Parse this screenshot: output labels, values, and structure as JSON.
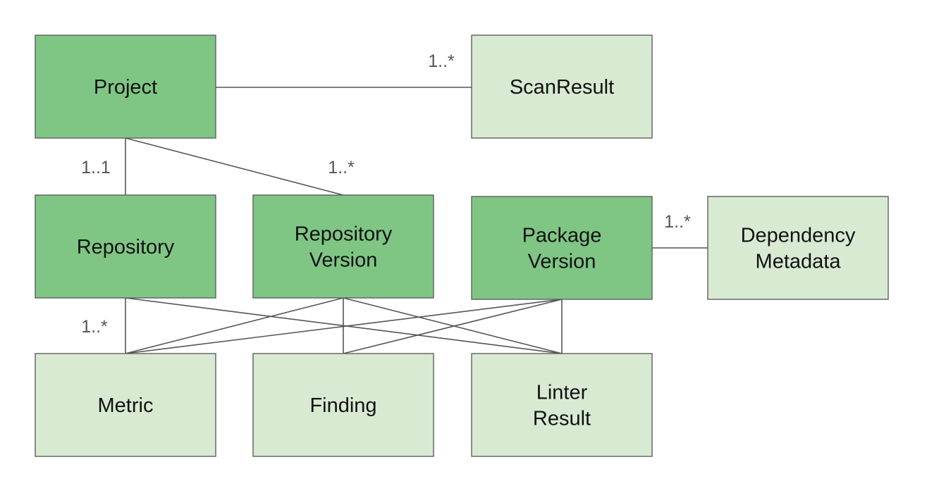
{
  "colors": {
    "primary_fill": "#7fc685",
    "secondary_fill": "#d9ead3",
    "border": "#5f5f5f",
    "line": "#555555",
    "text": "#111111",
    "label": "#555555"
  },
  "nodes": [
    {
      "id": "project",
      "lines": [
        "Project"
      ],
      "kind": "primary"
    },
    {
      "id": "scanresult",
      "lines": [
        "ScanResult"
      ],
      "kind": "secondary"
    },
    {
      "id": "repository",
      "lines": [
        "Repository"
      ],
      "kind": "primary"
    },
    {
      "id": "repository-version",
      "lines": [
        "Repository",
        "Version"
      ],
      "kind": "primary"
    },
    {
      "id": "package-version",
      "lines": [
        "Package",
        "Version"
      ],
      "kind": "primary"
    },
    {
      "id": "dependency-metadata",
      "lines": [
        "Dependency",
        "Metadata"
      ],
      "kind": "secondary"
    },
    {
      "id": "metric",
      "lines": [
        "Metric"
      ],
      "kind": "secondary"
    },
    {
      "id": "finding",
      "lines": [
        "Finding"
      ],
      "kind": "secondary"
    },
    {
      "id": "linter-result",
      "lines": [
        "Linter",
        "Result"
      ],
      "kind": "secondary"
    }
  ],
  "edges": [
    {
      "from": "project",
      "to": "scanresult",
      "label": "1..*"
    },
    {
      "from": "project",
      "to": "repository",
      "label": "1..1"
    },
    {
      "from": "project",
      "to": "repository-version",
      "label": "1..*"
    },
    {
      "from": "package-version",
      "to": "dependency-metadata",
      "label": "1..*"
    },
    {
      "from": "repository",
      "to": "metric",
      "label": "1..*"
    },
    {
      "from": "repository",
      "to": "linter-result",
      "label": ""
    },
    {
      "from": "repository-version",
      "to": "metric",
      "label": ""
    },
    {
      "from": "repository-version",
      "to": "finding",
      "label": ""
    },
    {
      "from": "repository-version",
      "to": "linter-result",
      "label": ""
    },
    {
      "from": "package-version",
      "to": "metric",
      "label": ""
    },
    {
      "from": "package-version",
      "to": "finding",
      "label": ""
    },
    {
      "from": "package-version",
      "to": "linter-result",
      "label": ""
    }
  ]
}
